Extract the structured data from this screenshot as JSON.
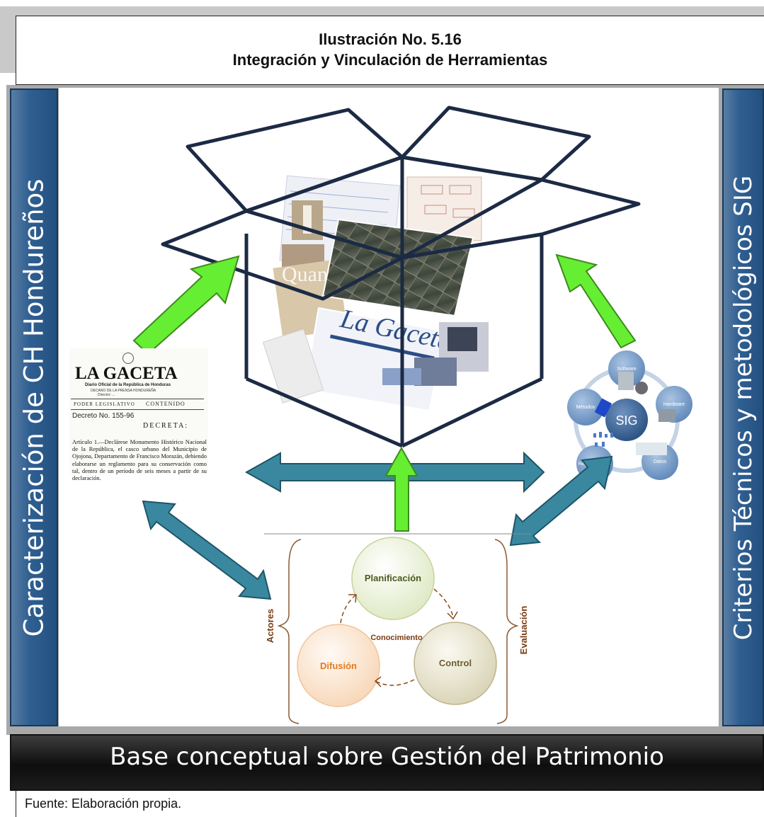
{
  "title": {
    "line1": "Ilustración No. 5.16",
    "line2": "Integración y Vinculación de Herramientas"
  },
  "left_panel": {
    "label": "Caracterización de CH Hondureños"
  },
  "right_panel": {
    "label": "Criterios Técnicos y metodológicos SIG"
  },
  "bottom_panel": {
    "label": "Base conceptual sobre Gestión del Patrimonio"
  },
  "source": "Fuente: Elaboración propia.",
  "gaceta_document": {
    "masthead": "LA GACETA",
    "subtitle": "Diario Oficial de la República de Honduras",
    "subtitle2": "DECANO DE LA PRENSA HONDUREÑA",
    "subtitle3": "Director: ...",
    "section": "PODER LEGISLATIVO",
    "contents": "CONTENIDO",
    "decree_number": "Decreto No. 155-96",
    "decreta": "DECRETA:",
    "article": "Artículo 1.—Declárese Monumento Histórico Nacional de la República, el casco urbano del Municipio de Ojojona, Departamento de Francisco Morazán, debiendo elaborarse un reglamento para su conservación como tal, dentro de un período de seis meses a partir de su declaración."
  },
  "box_collage": {
    "gaceta_logo": "La Gaceta",
    "overlay_word": "Quan"
  },
  "sig_diagram": {
    "center": "SIG",
    "nodes": [
      "Software",
      "Hardware",
      "Datos",
      "Recurso Humano",
      "Métodos"
    ]
  },
  "cycle": {
    "left_label": "Actores",
    "right_label": "Evaluación",
    "center_label": "Conocimiento",
    "nodes": [
      "Planificación",
      "Control",
      "Difusión"
    ]
  },
  "colors": {
    "green_arrow": "#66ee33",
    "teal_arrow": "#3a88a0",
    "box_line": "#1c2a44",
    "side_bar": "#2f5f92",
    "base_bar": "#111111",
    "cycle_label": "#7a3b10",
    "planificacion": "#4b5a1a",
    "control": "#6d5f2e",
    "difusion": "#e07a20"
  }
}
